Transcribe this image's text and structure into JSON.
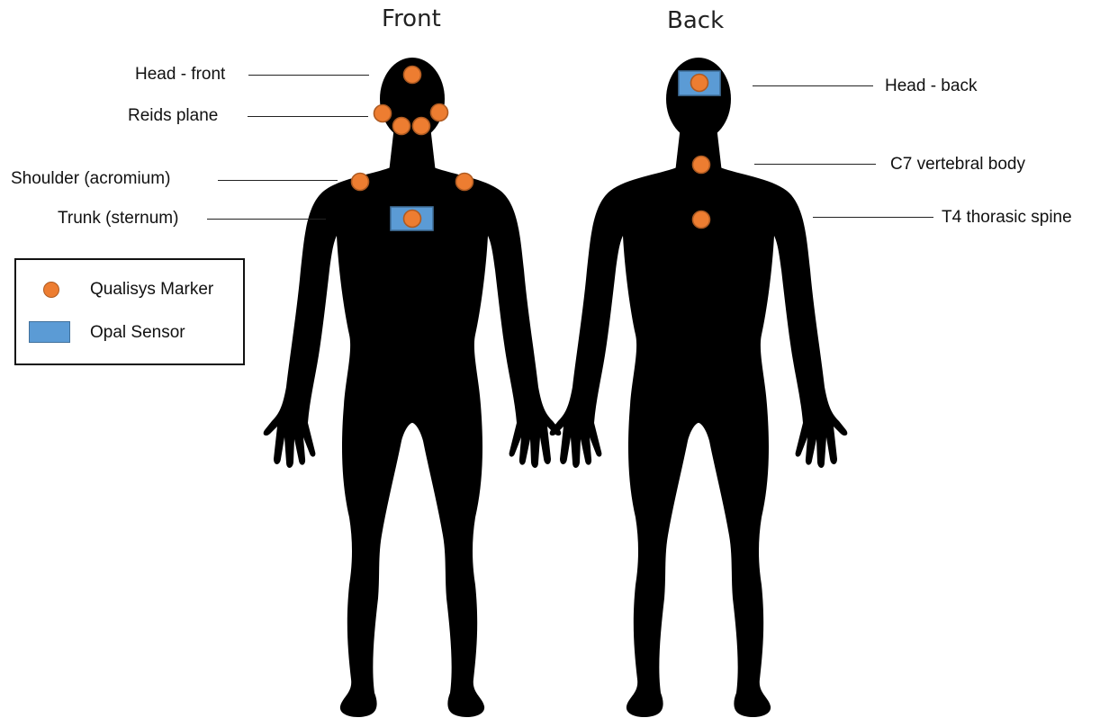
{
  "views": {
    "front_title": "Front",
    "back_title": "Back"
  },
  "labels": {
    "front": {
      "head_front": "Head - front",
      "reids_plane": "Reids plane",
      "shoulder": "Shoulder (acromium)",
      "trunk": "Trunk (sternum)"
    },
    "back": {
      "head_back": "Head - back",
      "c7": "C7 vertebral body",
      "t4": "T4 thorasic spine"
    }
  },
  "legend": {
    "marker_label": "Qualisys Marker",
    "sensor_label": "Opal Sensor"
  },
  "colors": {
    "marker": "#ed7d31",
    "marker_stroke": "#ae5a21",
    "sensor": "#5b9bd5",
    "sensor_stroke": "#41719c",
    "silhouette": "#000000"
  }
}
